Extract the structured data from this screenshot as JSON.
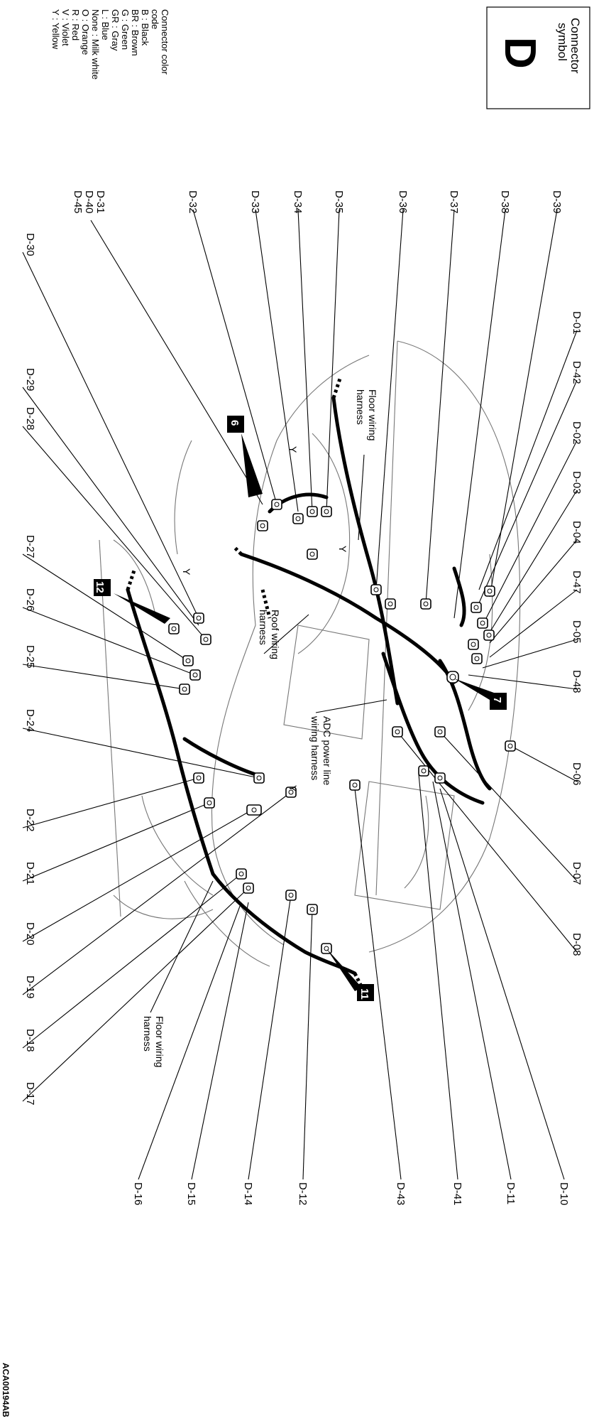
{
  "symbol_box": {
    "title_line1": "Connector",
    "title_line2": "symbol",
    "letter": "D"
  },
  "legend": {
    "title_line1": "Connector color",
    "title_line2": "code",
    "items": [
      "B : Black",
      "BR : Brown",
      "G : Green",
      "GR : Gray",
      "L : Blue",
      "None : Milk white",
      "O : Orange",
      "R : Red",
      "V : Violet",
      "Y : Yellow"
    ]
  },
  "labels_top": [
    "D-39",
    "D-38",
    "D-37",
    "D-36",
    "D-35",
    "D-34",
    "D-33",
    "D-32",
    "D-31",
    "D-40",
    "D-45",
    "D-30"
  ],
  "labels_right": [
    "D-01",
    "D-42",
    "D-02",
    "D-03",
    "D-04",
    "D-47",
    "D-05",
    "D-48",
    "D-06",
    "D-07",
    "D-08"
  ],
  "labels_bottom": [
    "D-10",
    "D-11",
    "D-41",
    "D-43",
    "D-12",
    "D-14",
    "D-15",
    "D-16"
  ],
  "labels_left": [
    "D-29",
    "D-28",
    "D-27",
    "D-26",
    "D-25",
    "D-24",
    "D-22",
    "D-21",
    "D-20",
    "D-19",
    "D-18",
    "D-17"
  ],
  "harness_notes": {
    "floor_top_1": "Floor wiring",
    "floor_top_2": "harness",
    "roof_1": "Roof wiring",
    "roof_2": "harness",
    "adc_1": "ADC power line",
    "adc_2": "wiring harness",
    "floor_bottom_1": "Floor wiring",
    "floor_bottom_2": "harness"
  },
  "color_marks": [
    "Y",
    "Y",
    "Y",
    "Y"
  ],
  "badges": [
    "6",
    "7",
    "12",
    "11"
  ],
  "figure_code": "ACA00194AB"
}
